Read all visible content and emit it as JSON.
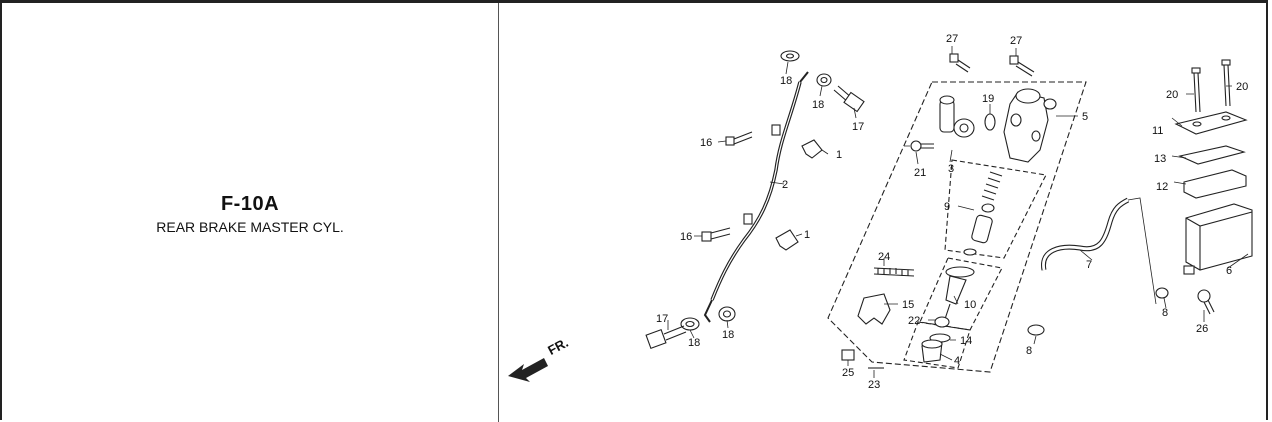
{
  "page": {
    "code": "F-10A",
    "title": "REAR BRAKE MASTER CYL."
  },
  "diagram": {
    "direction_label": "FR.",
    "callouts": {
      "c27a": "27",
      "c27b": "27",
      "c18a": "18",
      "c18b": "18",
      "c18c": "18",
      "c18d": "18",
      "c17a": "17",
      "c17b": "17",
      "c16a": "16",
      "c16b": "16",
      "c1a": "1",
      "c1b": "1",
      "c2": "2",
      "c3": "3",
      "c4": "4",
      "c5": "5",
      "c6": "6",
      "c7": "7",
      "c8a": "8",
      "c8b": "8",
      "c9": "9",
      "c10": "10",
      "c11": "11",
      "c12": "12",
      "c13": "13",
      "c14": "14",
      "c15": "15",
      "c19": "19",
      "c20a": "20",
      "c20b": "20",
      "c21": "21",
      "c22": "22",
      "c23": "23",
      "c24": "24",
      "c25": "25",
      "c26": "26"
    }
  }
}
